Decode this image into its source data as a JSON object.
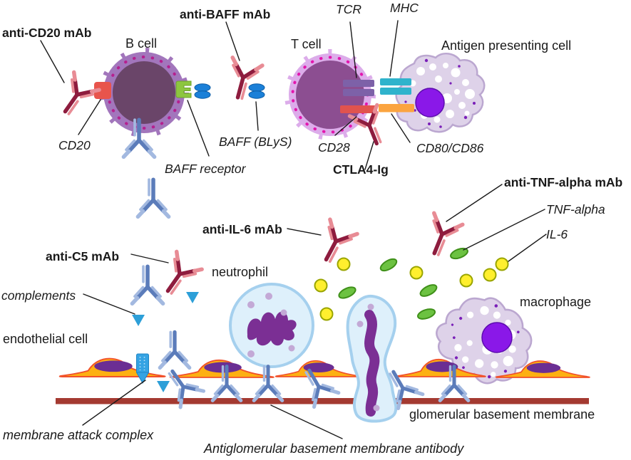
{
  "figure": {
    "labels": {
      "anti_cd20": "anti-CD20 mAb",
      "b_cell": "B cell",
      "anti_baff": "anti-BAFF mAb",
      "t_cell": "T cell",
      "tcr": "TCR",
      "mhc": "MHC",
      "apc": "Antigen presenting cell",
      "cd20": "CD20",
      "baff": "BAFF (BLyS)",
      "baff_receptor": "BAFF receptor",
      "cd28": "CD28",
      "ctla4": "CTLA4-Ig",
      "cd80": "CD80/CD86",
      "anti_tnf": "anti-TNF-alpha mAb",
      "tnf": "TNF-alpha",
      "il6": "IL-6",
      "anti_il6": "anti-IL-6 mAb",
      "neutrophil": "neutrophil",
      "complements": "complements",
      "anti_c5": "anti-C5 mAb",
      "macrophage": "macrophage",
      "endothelial": "endothelial cell",
      "mac": "membrane attack complex",
      "gbm": "glomerular basement membrane",
      "anti_gbm": "Antiglomerular basement membrane antibody"
    },
    "colors": {
      "mab_dark": "#8e1c3e",
      "mab_light": "#e88c95",
      "auto_dark": "#5b7cba",
      "auto_light": "#a3b9e0",
      "b_cell_membrane": "#a276bc",
      "b_cell_cytoplasm": "#6a4569",
      "b_cell_dots": "#b5208f",
      "t_cell_membrane": "#dcacea",
      "t_cell_cytoplasm": "#8c4e91",
      "t_cell_dots": "#e316ad",
      "phagocyte_body": "#ded2e9",
      "phagocyte_edge": "#bba7d0",
      "phagocyte_nucleus": "#8a18e8",
      "neutrophil_body": "#def0fb",
      "neutrophil_edge": "#a5d0ee",
      "neutrophil_nucleus": "#7b2f94",
      "neutrophil_granule": "#c3a9d6",
      "endothelial_body": "#fdb012",
      "endothelial_edge": "#f1502b",
      "endothelial_nucleus": "#6b2e93",
      "gbm": "#a43a31",
      "il6": "#ffef2e",
      "tnf": "#6cc241",
      "complement": "#2d9fd8",
      "mac": "#35a3e3",
      "cd20": "#e8544c",
      "baff": "#1b80d8",
      "baff_receptor": "#8dc63f",
      "tcr": "#7d61a8",
      "mhc": "#2fb3cc",
      "cd28": "#e1534e",
      "cd80": "#fba440"
    }
  }
}
